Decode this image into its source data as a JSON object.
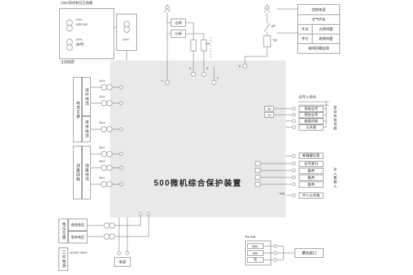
{
  "panel": {
    "title": "500微机综合保护装置"
  },
  "pt_cabinet": {
    "caption": "10kV母线电压互感器",
    "pt1": "1YH",
    "pt1_spec": "10/0.1kV",
    "pt2": "2YH",
    "pt2_spec": "(备用)",
    "footer": "主控制屏",
    "aux_label": "1YH"
  },
  "control": {
    "close": "合闸",
    "open": "分闸",
    "kk": "KK",
    "qf": "QF",
    "coil": "TQ",
    "terminals": [
      "1",
      "3",
      "5",
      "7",
      "9"
    ]
  },
  "ctrl_table": {
    "rows": [
      {
        "cells": [
          "控制电源"
        ]
      },
      {
        "cells": [
          "空气开关"
        ]
      },
      {
        "cells": [
          "手合",
          "合闸线圈"
        ]
      },
      {
        "cells": [
          "手分",
          "跳闸线圈"
        ]
      },
      {
        "cells": [
          "跳闸回路监视"
        ]
      }
    ]
  },
  "ct_group1": {
    "outer": "电流互感",
    "cells": [
      "保护电流",
      "零序电流"
    ],
    "rows": [
      "2LH",
      "1LH",
      "0LH"
    ]
  },
  "ct_group2": {
    "outer": "测量回路",
    "cells": [
      "测量电流"
    ],
    "rows": [
      "3LH",
      "4LH",
      "0LH"
    ]
  },
  "pt_group": {
    "outer": "电压互感",
    "cells": [
      "母线电压",
      "零序电压"
    ]
  },
  "power": {
    "label": "工作电源",
    "spec": "AC/DC 220V",
    "box": "电源"
  },
  "signal": {
    "bus": "信号小母线",
    "relays": [
      "XJ",
      "YJ"
    ],
    "rows": [
      "事故信号",
      "预告信号",
      "装置闭锁",
      "公共端"
    ],
    "side": "至中央信号屏"
  },
  "binary": {
    "header": "断路器位置",
    "rows": [
      "信号复归",
      "备用",
      "备用",
      "备用"
    ],
    "plus": "+KM",
    "common": "开入公共端",
    "side": "开入量输入"
  },
  "comm": {
    "title": "RS-485",
    "terms": [
      "485+",
      "485-",
      "地"
    ],
    "box": "通信接口"
  }
}
